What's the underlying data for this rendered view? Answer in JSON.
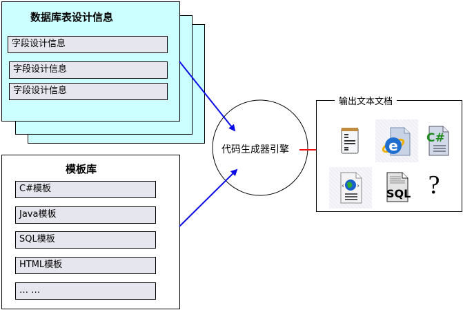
{
  "database_panel": {
    "title": "数据库表设计信息",
    "fields": [
      "字段设计信息",
      "字段设计信息",
      "字段设计信息"
    ]
  },
  "template_panel": {
    "title": "模板库",
    "items": [
      "C#模板",
      "Java模板",
      "SQL模板",
      "HTML模板",
      "… …"
    ]
  },
  "engine": {
    "label": "代码生成器引擎"
  },
  "output_panel": {
    "title": "输出文本文档",
    "icons": [
      "notepad-text-document",
      "internet-explorer-document",
      "csharp-source-file",
      "web-page-document",
      "sql-script-file",
      "unknown-document"
    ],
    "unknown_glyph": "?",
    "csharp_glyph": "C#",
    "sql_glyph": "SQL"
  },
  "colors": {
    "panel_fill": "#CCFFFF",
    "field_fill": "#E6E6EE",
    "input_arrow": "#0A0AE6",
    "output_arrow": "#EE1111"
  }
}
